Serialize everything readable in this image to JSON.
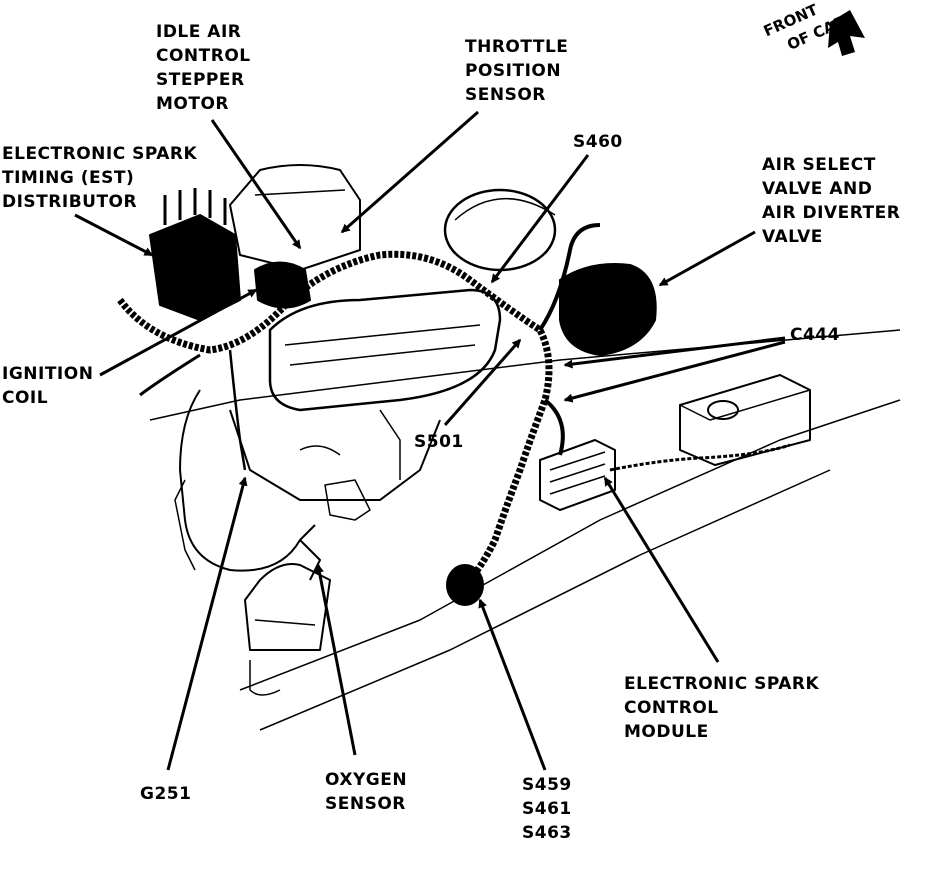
{
  "labels": {
    "iac": [
      "IDLE AIR",
      "CONTROL",
      "STEPPER",
      "MOTOR"
    ],
    "tps": [
      "THROTTLE",
      "POSITION",
      "SENSOR"
    ],
    "front": [
      "FRONT",
      "OF CAR"
    ],
    "est": [
      "ELECTRONIC SPARK",
      "TIMING (EST)",
      "DISTRIBUTOR"
    ],
    "s460": "S460",
    "air": [
      "AIR SELECT",
      "VALVE AND",
      "AIR DIVERTER",
      "VALVE"
    ],
    "c444": "C444",
    "coil": [
      "IGNITION",
      "COIL"
    ],
    "s501": "S501",
    "escm": [
      "ELECTRONIC SPARK",
      "CONTROL",
      "MODULE"
    ],
    "g251": "G251",
    "o2": [
      "OXYGEN",
      "SENSOR"
    ],
    "splices": [
      "S459",
      "S461",
      "S463"
    ]
  },
  "colors": {
    "ink": "#000000",
    "paper": "#ffffff"
  }
}
